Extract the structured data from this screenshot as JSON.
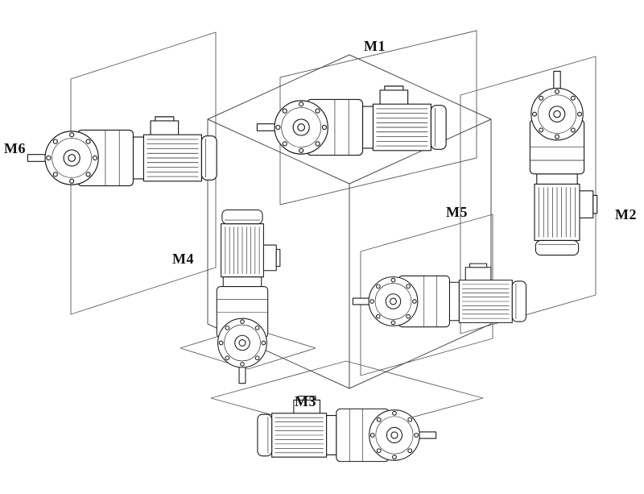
{
  "figure": {
    "background_color": "#ffffff",
    "line_color": "#1a1a1a",
    "plane_line_color": "#5a5a5a",
    "cube_line_color": "#4a4a4a",
    "labels": {
      "m1": "M1",
      "m2": "M2",
      "m3": "M3",
      "m4": "M4",
      "m5": "M5",
      "m6": "M6"
    }
  }
}
